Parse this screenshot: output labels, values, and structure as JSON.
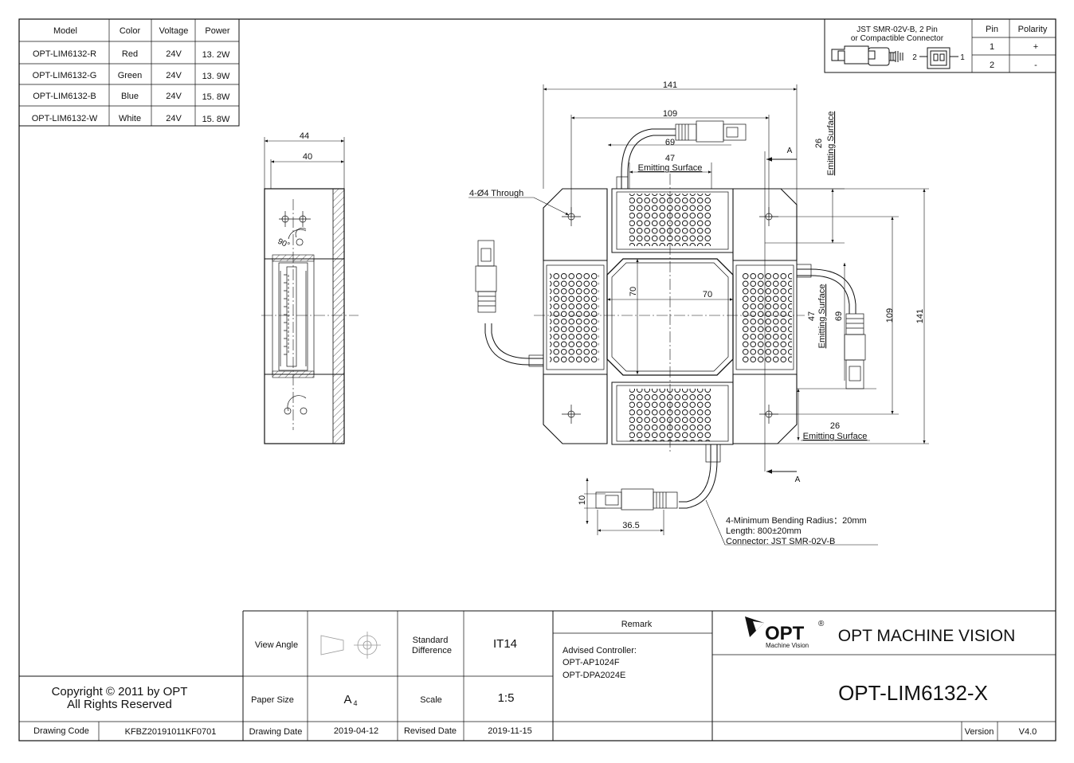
{
  "model_table": {
    "headers": [
      "Model",
      "Color",
      "Voltage",
      "Power"
    ],
    "rows": [
      [
        "OPT-LIM6132-R",
        "Red",
        "24V",
        "13. 2W"
      ],
      [
        "OPT-LIM6132-G",
        "Green",
        "24V",
        "13. 9W"
      ],
      [
        "OPT-LIM6132-B",
        "Blue",
        "24V",
        "15. 8W"
      ],
      [
        "OPT-LIM6132-W",
        "White",
        "24V",
        "15. 8W"
      ]
    ]
  },
  "connector_table": {
    "title_line1": "JST SMR-02V-B, 2 Pin",
    "title_line2": "or Compactible Connector",
    "headers": [
      "Pin",
      "Polarity"
    ],
    "rows": [
      [
        "1",
        "+"
      ],
      [
        "2",
        "-"
      ]
    ],
    "pin_label_left": "2",
    "pin_label_right": "1"
  },
  "drawing": {
    "side_dims": {
      "overall": "44",
      "inner": "40",
      "angle": "90°"
    },
    "dims": {
      "top_overall": "141",
      "top_mid": "109",
      "cable_offset": "69",
      "emit_width": "47",
      "emit_label": "Emitting Surface",
      "right_emit_depth": "26",
      "right_emit_label": "Emitting Surface",
      "hole_note": "4-Ø4 Through",
      "center_v": "70",
      "center_h": "70",
      "side_emit": "47",
      "side_emit_label": "Emitting Surface",
      "side_cable": "69",
      "right_109": "109",
      "right_141": "141",
      "bottom_emit_depth": "26",
      "bottom_emit_label": "Emitting Surface",
      "section_top": "A",
      "section_bottom": "A",
      "conn_height": "10",
      "conn_length": "36.5"
    },
    "cable_notes": [
      "4-Minimum Bending Radius：20mm",
      "Length: 800±20mm",
      "Connector: JST SMR-02V-B"
    ]
  },
  "title_block": {
    "copyright_line1": "Copyright © 2011 by OPT",
    "copyright_line2": "All Rights Reserved",
    "drawing_code_label": "Drawing Code",
    "drawing_code": "KFBZ20191011KF0701",
    "view_angle_label": "View Angle",
    "standard_label_1": "Standard",
    "standard_label_2": "Difference",
    "standard_value": "IT14",
    "remark_label": "Remark",
    "remark_lines": [
      "Advised Controller:",
      "OPT-AP1024F",
      "OPT-DPA2024E"
    ],
    "paper_size_label": "Paper Size",
    "paper_size": "A",
    "paper_size_sub": "4",
    "scale_label": "Scale",
    "scale": "1:5",
    "drawing_date_label": "Drawing Date",
    "drawing_date": "2019-04-12",
    "revised_date_label": "Revised Date",
    "revised_date": "2019-11-15",
    "company_logo": "OPT",
    "company_logo_sub": "Machine Vision",
    "company_logo_reg": "®",
    "company_name": "OPT MACHINE VISION",
    "part_number": "OPT-LIM6132-X",
    "version_label": "Version",
    "version": "V4.0"
  }
}
